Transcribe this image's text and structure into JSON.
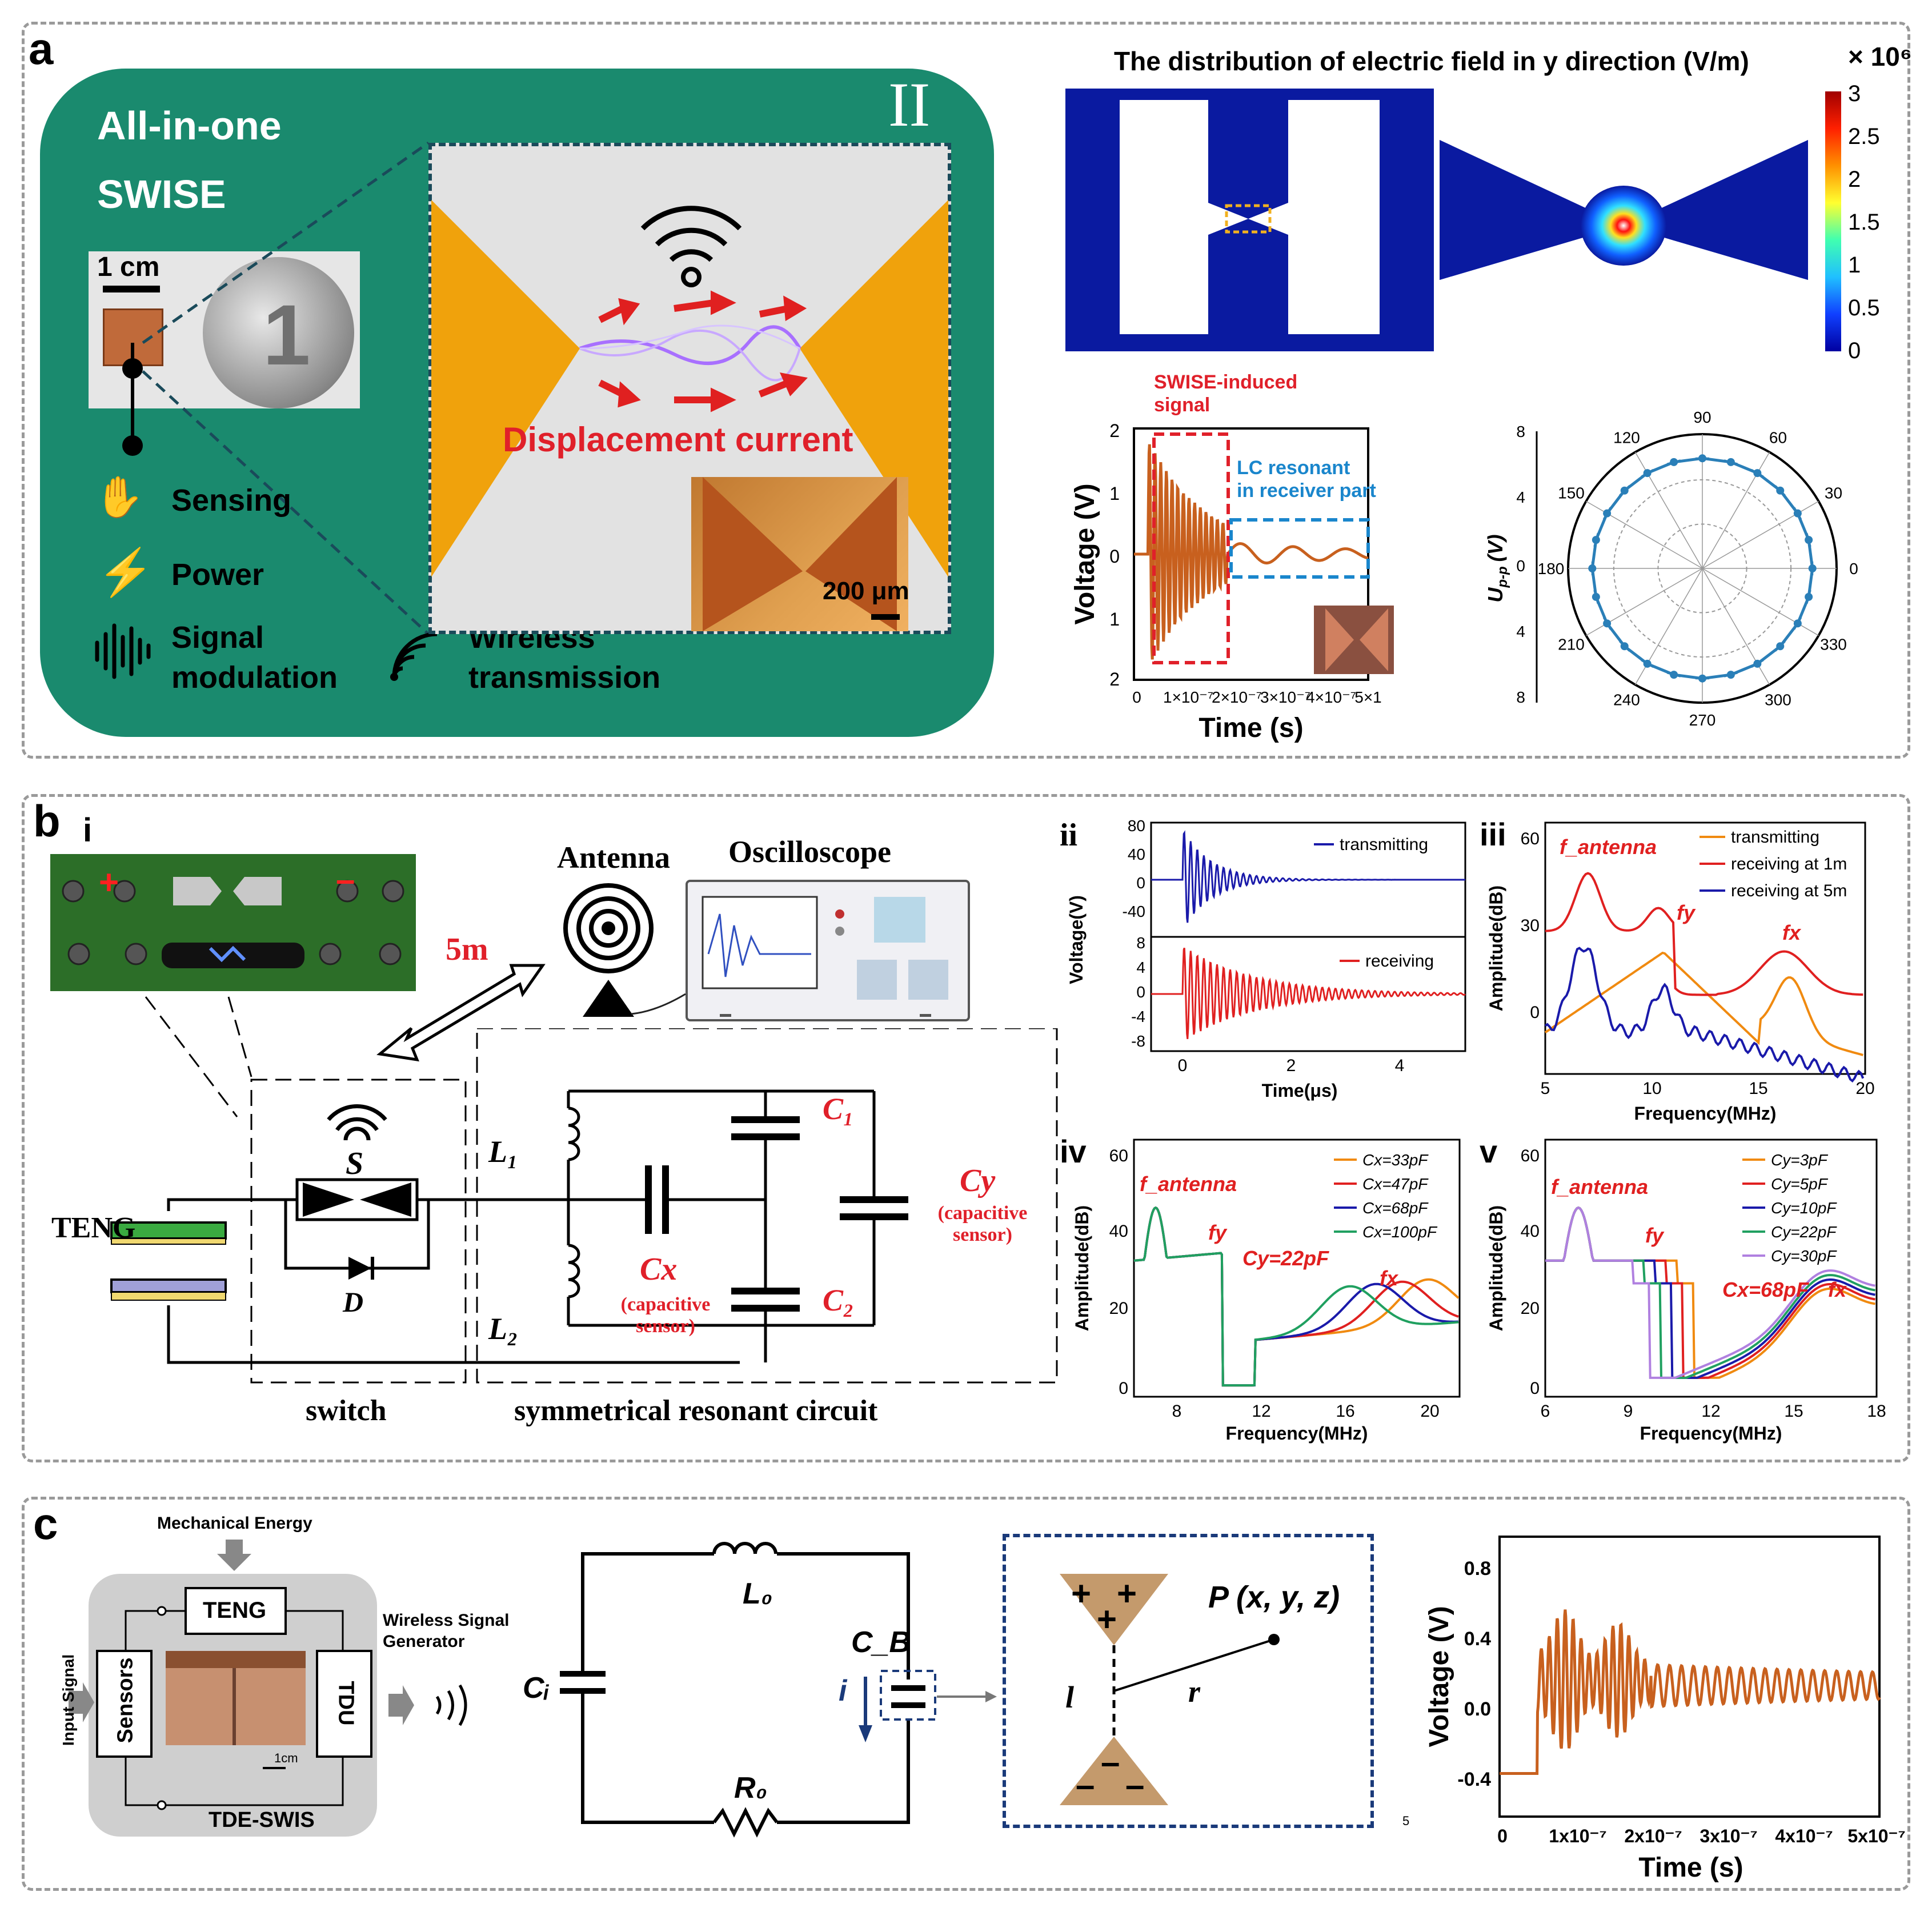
{
  "panel_labels": {
    "a": "a",
    "b": "b",
    "c": "c"
  },
  "panel_a": {
    "card_title_1": "All-in-one",
    "card_title_2": "SWISE",
    "roman": "II",
    "scale_1cm": "1 cm",
    "coin_text": "1",
    "features": [
      "Sensing",
      "Power",
      "Signal",
      "modulation",
      "Wireless",
      "transmission"
    ],
    "displacement_label": "Displacement current",
    "micro_scale": "200 μm",
    "efield_title": "The distribution of electric field in y direction (V/m)",
    "colorbar_exp": "× 10⁶",
    "colorbar_ticks": [
      "3",
      "2.5",
      "2",
      "1.5",
      "1",
      "0.5",
      "0"
    ],
    "wave": {
      "ylabel": "Voltage (V)",
      "xlabel": "Time (s)",
      "yticks": [
        "2",
        "1",
        "0",
        "1",
        "2"
      ],
      "xticks": [
        "0",
        "1×10⁻⁷",
        "2×10⁻⁷",
        "3×10⁻⁷",
        "4×10⁻⁷",
        "5×1"
      ],
      "note_red_1": "SWISE-induced",
      "note_red_2": "signal",
      "note_blue_1": "LC resonant",
      "note_blue_2": "in receiver part",
      "color": "#c8601e"
    },
    "polar": {
      "ylabel": "U",
      "ylabel_sub": "p-p",
      "ylabel_unit": "(V)",
      "angles": [
        "90",
        "60",
        "30",
        "0",
        "330",
        "300",
        "270",
        "240",
        "210",
        "180",
        "150",
        "120"
      ],
      "radial": [
        "8",
        "4",
        "0",
        "4",
        "8"
      ],
      "color": "#2a7fb8"
    }
  },
  "panel_b": {
    "sub_i": "i",
    "antenna": "Antenna",
    "oscilloscope": "Oscilloscope",
    "distance": "5m",
    "teng": "TENG",
    "switch_S": "S",
    "diode_D": "D",
    "L1": "L₁",
    "L2": "L₂",
    "C1": "C₁",
    "C2": "C₂",
    "Cx": "Cx",
    "Cx_sub": "(capacitive sensor)",
    "Cy": "Cy",
    "Cy_sub": "(capacitive sensor)",
    "switch_label": "switch",
    "circuit_label": "symmetrical resonant circuit",
    "ii": {
      "label": "ii",
      "ylabel": "Voltage(V)",
      "xlabel": "Time(μs)",
      "top_yticks": [
        "80",
        "40",
        "0",
        "-40"
      ],
      "bot_yticks": [
        "8",
        "4",
        "0",
        "-4",
        "-8"
      ],
      "xticks": [
        "0",
        "2",
        "4"
      ],
      "legend_top": "transmitting",
      "legend_bot": "receiving"
    },
    "iii": {
      "label": "iii",
      "ylabel": "Amplitude(dB)",
      "xlabel": "Frequency(MHz)",
      "yticks": [
        "60",
        "30",
        "0"
      ],
      "xticks": [
        "5",
        "10",
        "15",
        "20"
      ],
      "legend": [
        "transmitting",
        "receiving at 1m",
        "receiving at 5m"
      ],
      "f_antenna": "f_antenna",
      "fy": "fy",
      "fx": "fx"
    },
    "iv": {
      "label": "iv",
      "ylabel": "Amplitude(dB)",
      "xlabel": "Frequency(MHz)",
      "yticks": [
        "60",
        "40",
        "20",
        "0"
      ],
      "xticks": [
        "8",
        "12",
        "16",
        "20"
      ],
      "legend": [
        "Cx=33pF",
        "Cx=47pF",
        "Cx=68pF",
        "Cx=100pF"
      ],
      "fixed": "Cy=22pF"
    },
    "v": {
      "label": "v",
      "ylabel": "Amplitude(dB)",
      "xlabel": "Frequency(MHz)",
      "yticks": [
        "60",
        "40",
        "20",
        "0"
      ],
      "xticks": [
        "6",
        "9",
        "12",
        "15",
        "18"
      ],
      "legend": [
        "Cy=3pF",
        "Cy=5pF",
        "Cy=10pF",
        "Cy=22pF",
        "Cy=30pF"
      ],
      "fixed": "Cx=68pF"
    }
  },
  "panel_c": {
    "mech_energy": "Mechanical Energy",
    "teng": "TENG",
    "sensors": "Sensors",
    "tdu": "TDU",
    "input_signal": "Input Signal",
    "wireless_gen_1": "Wireless Signal",
    "wireless_gen_2": "Generator",
    "tde_swis": "TDE-SWIS",
    "scale": "1cm",
    "L0": "L₀",
    "CB": "C_B",
    "Ci": "Cᵢ",
    "R0": "R₀",
    "i": "i",
    "point": "P (x, y, z)",
    "l": "l",
    "r": "r",
    "stray": "5",
    "wave": {
      "ylabel": "Voltage (V)",
      "xlabel": "Time (s)",
      "yticks": [
        "0.8",
        "0.4",
        "0.0",
        "-0.4"
      ],
      "xticks": [
        "0",
        "1x10⁻⁷",
        "2x10⁻⁷",
        "3x10⁻⁷",
        "4x10⁻⁷",
        "5x10⁻⁷"
      ]
    }
  }
}
